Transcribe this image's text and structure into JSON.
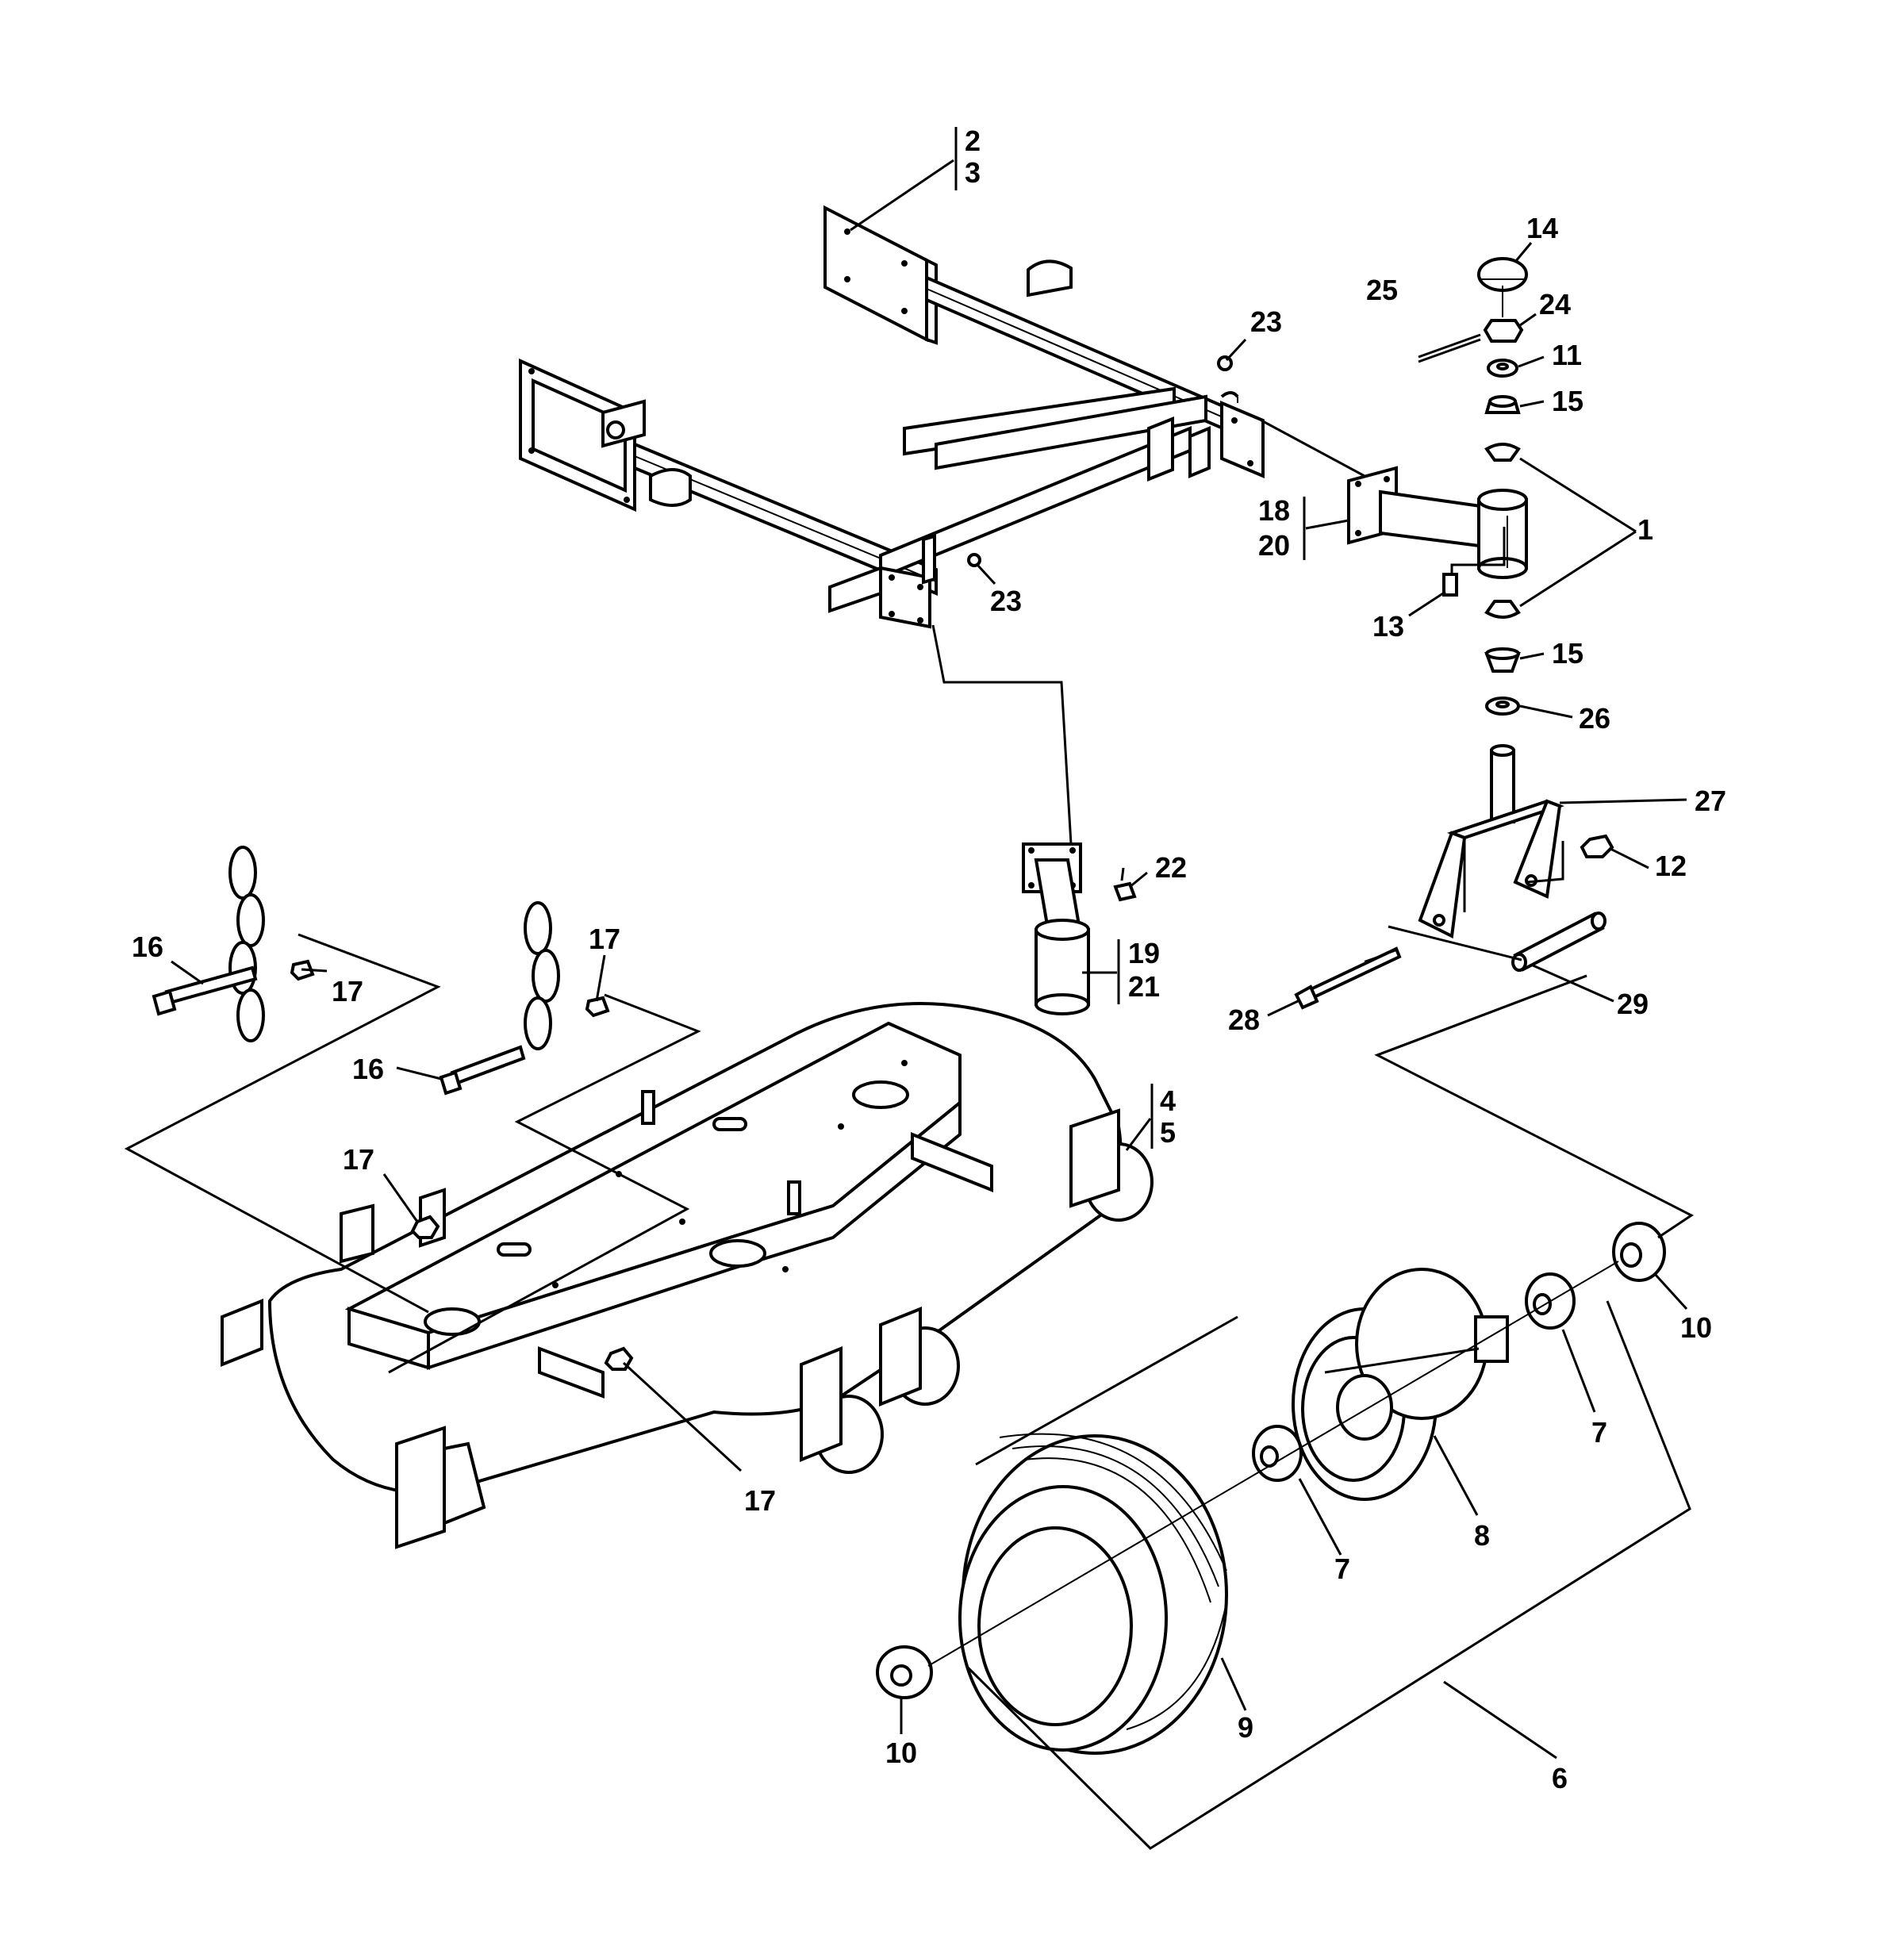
{
  "callouts": {
    "c1": "1",
    "c2": "2",
    "c3": "3",
    "c4": "4",
    "c5": "5",
    "c6": "6",
    "c7a": "7",
    "c7b": "7",
    "c8": "8",
    "c9": "9",
    "c10a": "10",
    "c10b": "10",
    "c11": "11",
    "c12": "12",
    "c13": "13",
    "c14": "14",
    "c15a": "15",
    "c15b": "15",
    "c16a": "16",
    "c16b": "16",
    "c17a": "17",
    "c17b": "17",
    "c17c": "17",
    "c17d": "17",
    "c18": "18",
    "c19": "19",
    "c20": "20",
    "c21": "21",
    "c22": "22",
    "c23a": "23",
    "c23b": "23",
    "c24": "24",
    "c25": "25",
    "c26": "26",
    "c27": "27",
    "c28": "28",
    "c29": "29"
  }
}
